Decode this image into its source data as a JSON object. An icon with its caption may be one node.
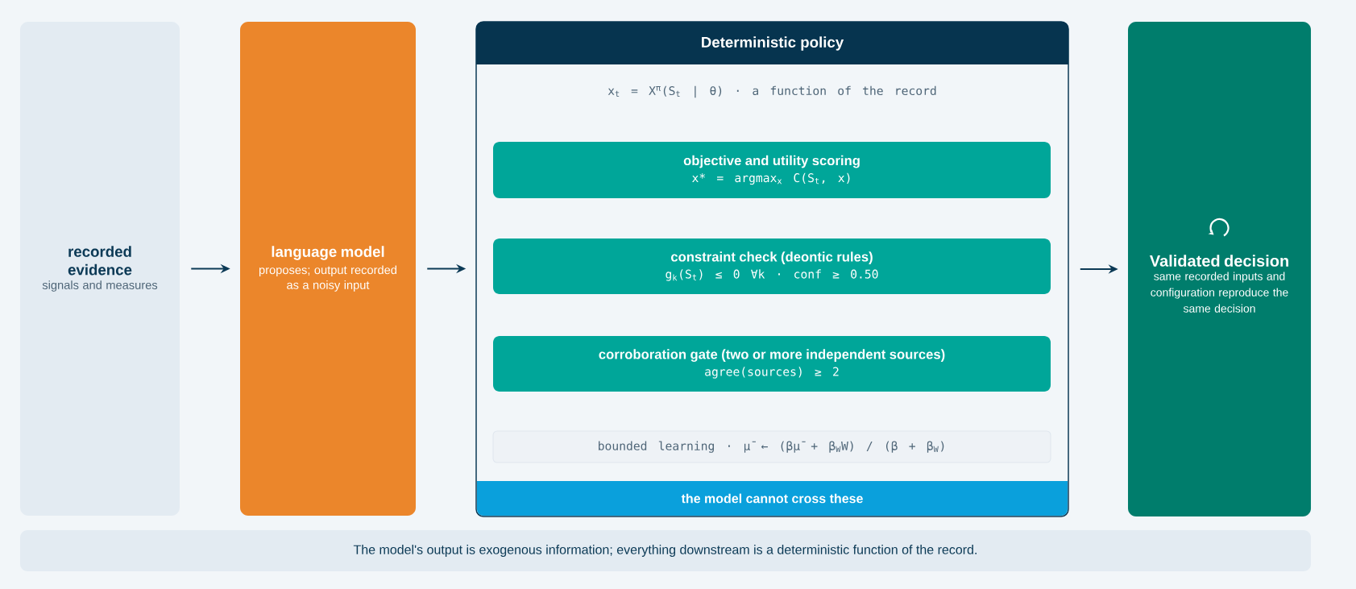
{
  "diagram": {
    "nodes": [
      {
        "text": [
          "recorded evidence",
          "signals and measures"
        ]
      },
      {
        "text": [
          "language model",
          "proposes; output recorded as a noisy input"
        ]
      },
      {
        "text": [
          "Deterministic policy",
          "x$_{t}$ = X$^{π}$(S$_{t}$ | θ) · a function of the record"
        ]
      },
      {
        "text": [
          "objective and utility scoring",
          "x* = argmax$_{x}$ C(S$_{t}$, x)"
        ],
        "in": 2
      },
      {
        "text": [
          "constraint check (deontic rules)",
          "g$_{k}$(S$_{t}$) ≤ 0 ∀k · conf ≥ 0.50"
        ],
        "in": 2
      },
      {
        "text": [
          "corroboration gate (two or more independent sources)",
          "agree(sources) ≥ 2"
        ],
        "in": 2
      },
      {
        "text": [
          "bounded learning · μ̄ ← (βμ̄ + β$_{W}$W) / (β + β$_{W}$)"
        ],
        "in": 2
      },
      {
        "text": [
          "the model cannot cross these"
        ],
        "in": 2
      },
      {
        "text": [
          "Validated decision",
          "same recorded inputs and configuration reproduce the same decision"
        ]
      },
      {
        "text": [
          "The model's output is exogenous information; everything downstream is a deterministic function of the record."
        ]
      }
    ],
    "edges": [
      {
        "from": 0,
        "to": 1,
        "arrow": "to"
      },
      {
        "from": 1,
        "to": 2,
        "arrow": "to"
      },
      {
        "from": 2,
        "to": 8,
        "arrow": "to"
      }
    ]
  }
}
